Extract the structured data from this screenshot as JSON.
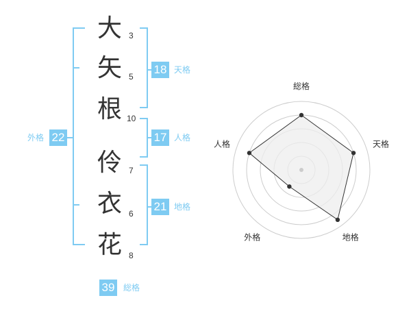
{
  "name": {
    "characters": [
      {
        "char": "大",
        "strokes": "3"
      },
      {
        "char": "矢",
        "strokes": "5"
      },
      {
        "char": "根",
        "strokes": "10"
      },
      {
        "char": "伶",
        "strokes": "7"
      },
      {
        "char": "衣",
        "strokes": "6"
      },
      {
        "char": "花",
        "strokes": "8"
      }
    ]
  },
  "kaku": {
    "tenkaku": {
      "value": "18",
      "label": "天格"
    },
    "jinkaku": {
      "value": "17",
      "label": "人格"
    },
    "chikaku": {
      "value": "21",
      "label": "地格"
    },
    "gaikaku": {
      "value": "22",
      "label": "外格"
    },
    "soukaku": {
      "value": "39",
      "label": "総格"
    }
  },
  "colors": {
    "accent": "#7ecbf2",
    "text": "#333333",
    "radar_fill": "#eeeeee",
    "radar_grid": "#cccccc"
  },
  "chart_data": {
    "type": "radar",
    "axes": [
      "総格",
      "天格",
      "地格",
      "外格",
      "人格"
    ],
    "values": [
      0.8,
      0.8,
      0.9,
      0.3,
      0.8
    ],
    "rings": 5
  }
}
